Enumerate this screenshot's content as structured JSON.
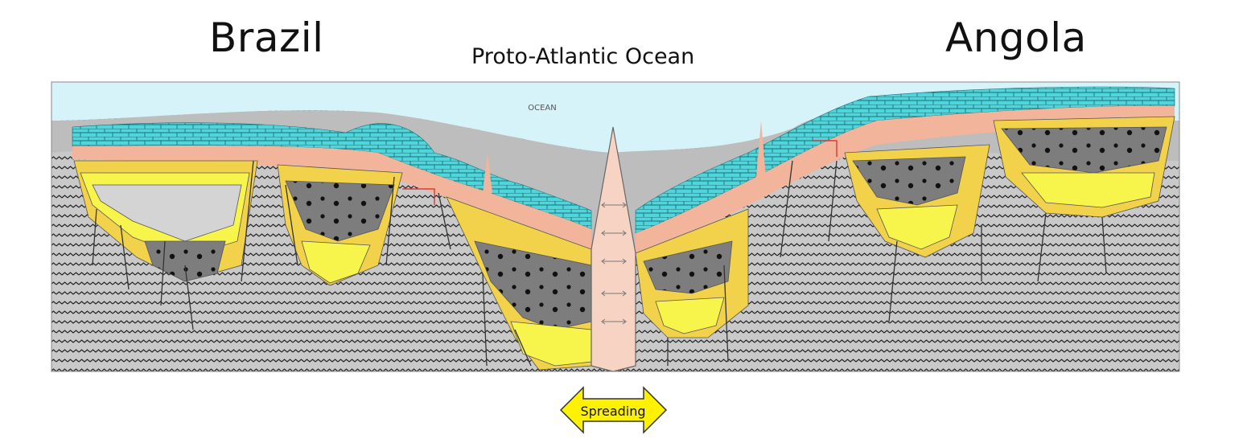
{
  "labels": {
    "left_region": "Brazil",
    "center_region": "Proto-Atlantic Ocean",
    "right_region": "Angola",
    "ocean": "OCEAN",
    "arrow": "Spreading"
  },
  "colors": {
    "ocean_water": "#d7f3fa",
    "basement": "#c8c8c8",
    "carbonate": "#4fd6dc",
    "salt": "#f2b59c",
    "sand": "#f2d24a",
    "yellow": "#f7f44c",
    "shale": "#8c8c8c",
    "ridge": "#f7d3c4",
    "arrow_fill": "#fff200"
  },
  "icons": [
    "spreading-arrow-icon",
    "mid-ocean-ridge-icon"
  ]
}
